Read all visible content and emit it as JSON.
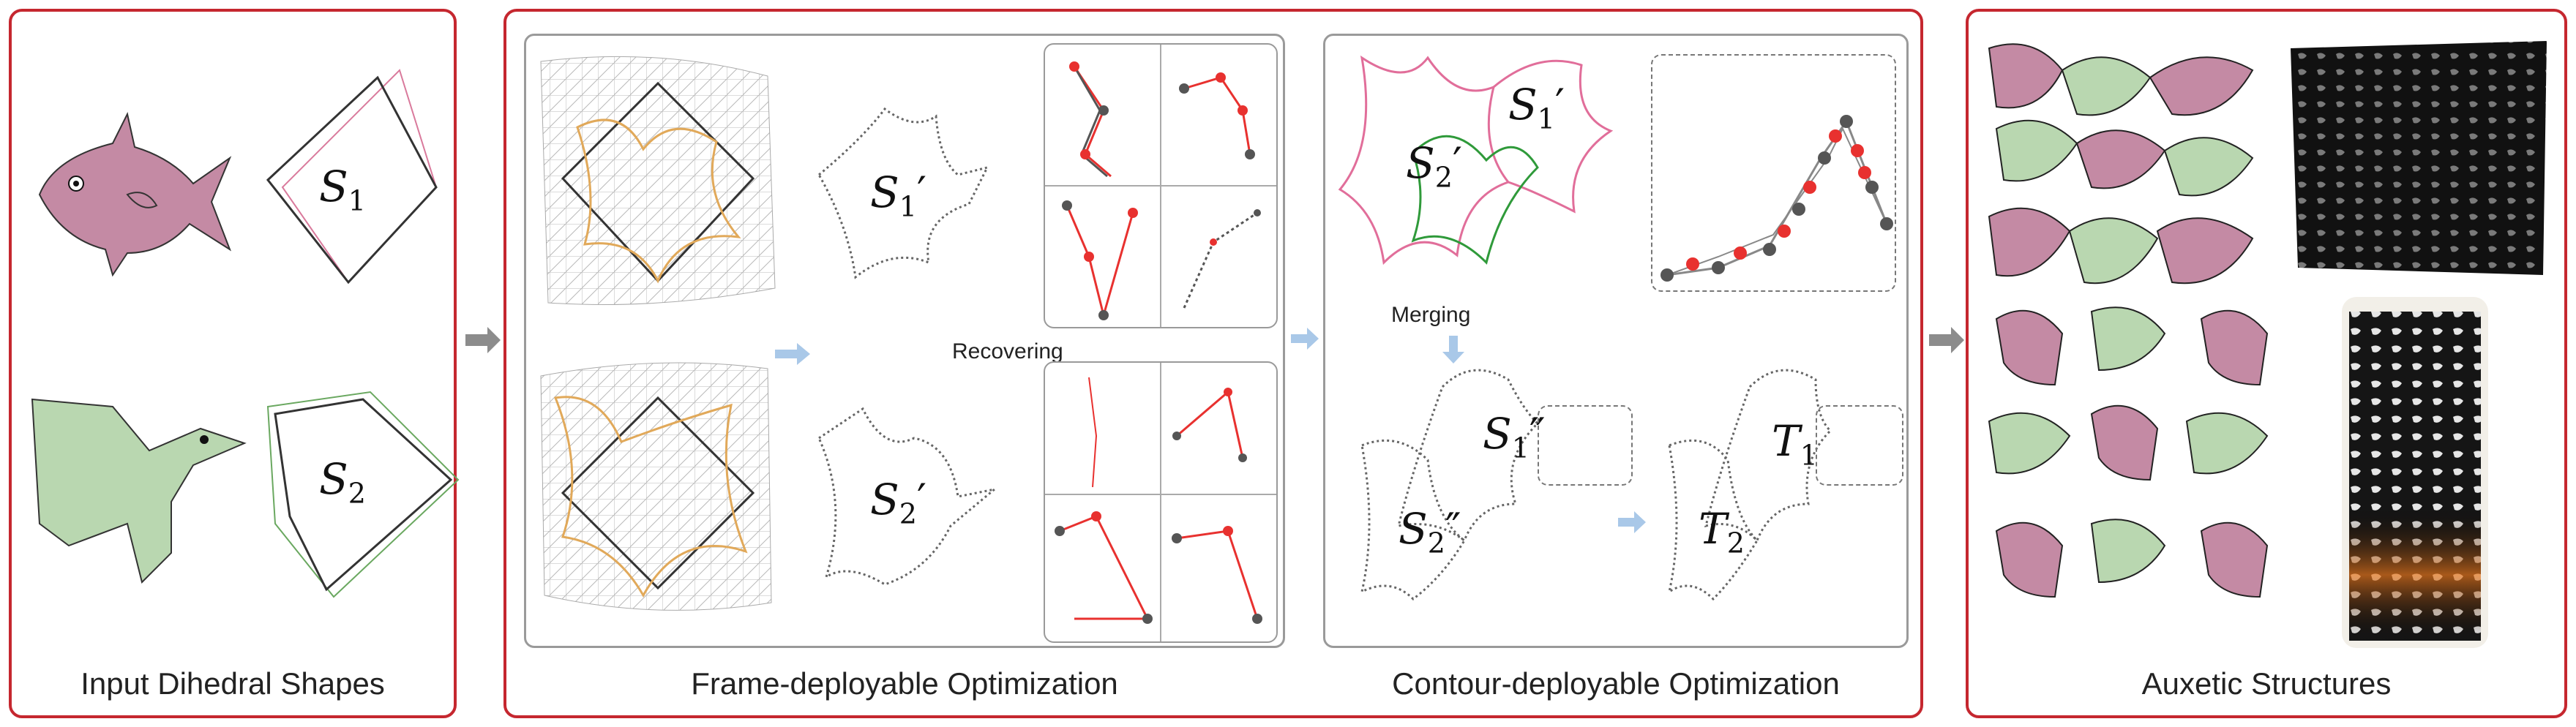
{
  "colors": {
    "panel_border": "#c5272f",
    "fish": "#c48aa4",
    "bird": "#b9d7b0",
    "orange": "#e1a95a",
    "red_dot": "#e8312f",
    "gray_dot": "#555555",
    "arrow_blue": "#a9c8e8"
  },
  "panel_input": {
    "caption": "Input Dihedral Shapes",
    "s1_label": "S",
    "s1_sub": "1",
    "s2_label": "S",
    "s2_sub": "2"
  },
  "panel_opt": {
    "frame_caption": "Frame-deployable Optimization",
    "contour_caption": "Contour-deployable Optimization",
    "recovering": "Recovering",
    "merging": "Merging",
    "s1p": "S",
    "s1p_sub": "1",
    "s1p_mark": "′",
    "s2p": "S",
    "s2p_sub": "2",
    "s2p_mark": "′",
    "s1pp": "S",
    "s1pp_sub": "1",
    "s1pp_mark": "″",
    "s2pp": "S",
    "s2pp_sub": "2",
    "s2pp_mark": "″",
    "t1": "T",
    "t1_sub": "1",
    "t2": "T",
    "t2_sub": "2"
  },
  "panel_auxetic": {
    "caption": "Auxetic Structures"
  }
}
